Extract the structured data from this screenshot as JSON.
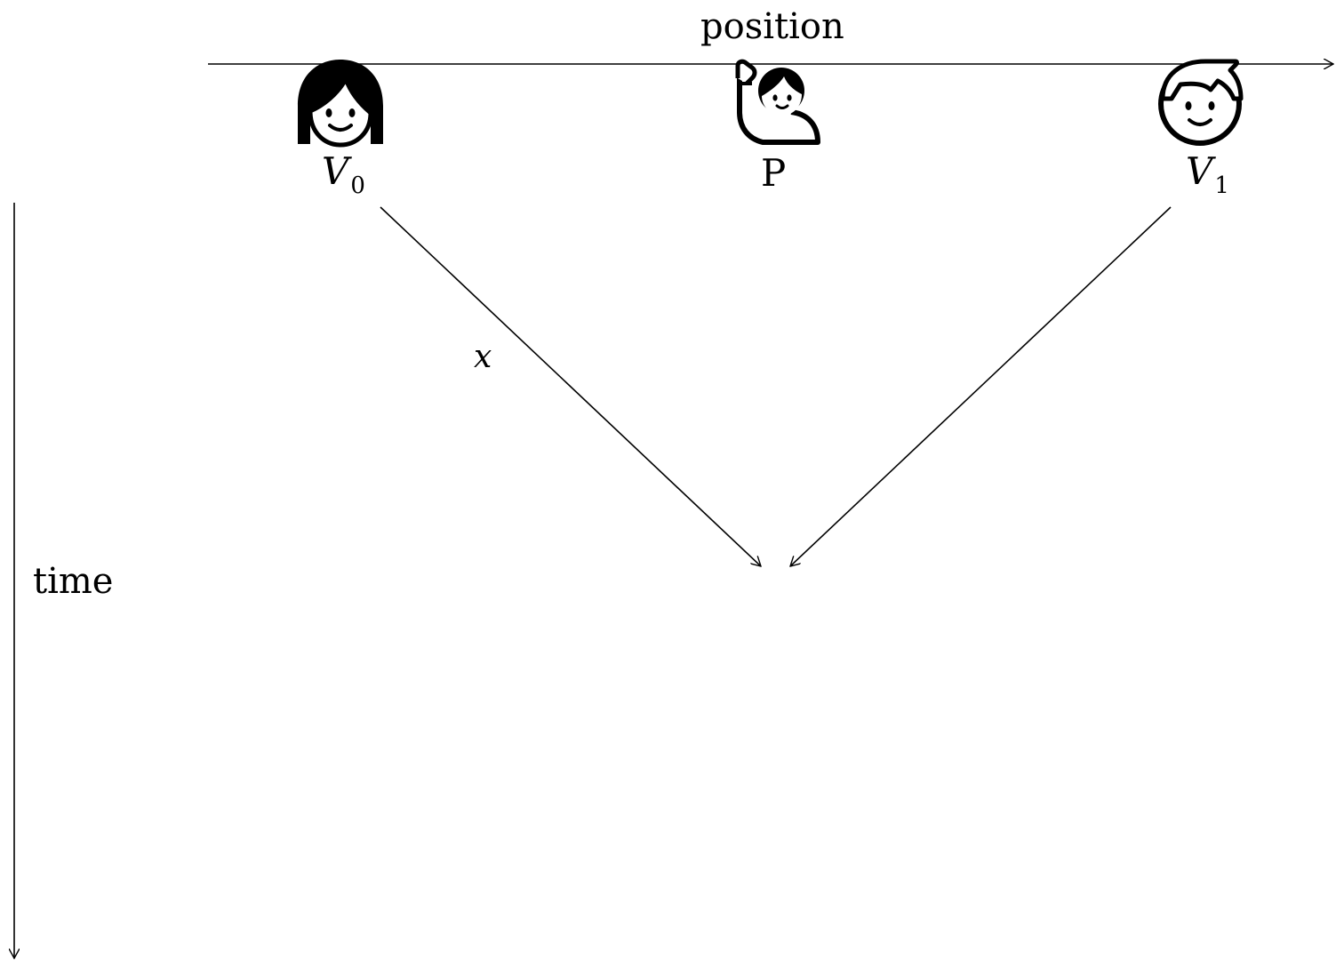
{
  "axes": {
    "position_label": "position",
    "time_label": "time"
  },
  "participants": [
    {
      "id": "v0",
      "main": "V",
      "sub": "0",
      "icon": "woman-face-icon"
    },
    {
      "id": "p",
      "main": "P",
      "sub": "",
      "icon": "person-raising-hand-icon"
    },
    {
      "id": "v1",
      "main": "V",
      "sub": "1",
      "icon": "man-face-icon"
    }
  ],
  "edges": [
    {
      "from": "V0",
      "to": "meeting-point",
      "label": "x"
    },
    {
      "from": "V1",
      "to": "meeting-point",
      "label": ""
    }
  ],
  "colors": {
    "line": "#000000",
    "background": "#ffffff"
  }
}
